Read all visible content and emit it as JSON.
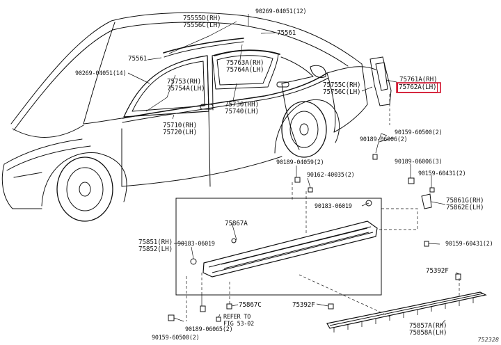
{
  "diagram": {
    "image_id": "752328",
    "labels": [
      {
        "key": "roof_clip",
        "text": "90269-04051(12)"
      },
      {
        "key": "roof_molding",
        "text": "75555D(RH)\n75556C(LH)"
      },
      {
        "key": "clip_75561_top",
        "text": "75561"
      },
      {
        "key": "clip_75561_left",
        "text": "75561"
      },
      {
        "key": "windshield_clip",
        "text": "90269-04051(14)"
      },
      {
        "key": "drip_rear",
        "text": "75763A(RH)\n75764A(LH)"
      },
      {
        "key": "drip_front",
        "text": "75753(RH)\n75754A(LH)"
      },
      {
        "key": "quarter",
        "text": "75755C(RH)\n75756C(LH)"
      },
      {
        "key": "rear_door",
        "text": "75730(RH)\n75740(LH)"
      },
      {
        "key": "front_door",
        "text": "75710(RH)\n75720(LH)"
      },
      {
        "key": "mudguard_rh",
        "text": "75761A(RH)"
      },
      {
        "key": "mudguard_lh",
        "text": "75762A(LH)"
      },
      {
        "key": "c_clip",
        "text": "90159-60500(2)"
      },
      {
        "key": "c_clip2",
        "text": "90189-06006(2)"
      },
      {
        "key": "e_clip",
        "text": "90189-06006(3)"
      },
      {
        "key": "f_clip",
        "text": "90159-60431(2)"
      },
      {
        "key": "bracket",
        "text": "75861G(RH)\n75862E(LH)"
      },
      {
        "key": "g_clip",
        "text": "90159-60431(2)"
      },
      {
        "key": "h_clip",
        "text": "90189-04059(2)"
      },
      {
        "key": "i_clip",
        "text": "90162-40035(2)"
      },
      {
        "key": "j_clip",
        "text": "90183-06019"
      },
      {
        "key": "rocker_inner",
        "text": "75867A"
      },
      {
        "key": "rocker",
        "text": "75851(RH)\n75852(LH)"
      },
      {
        "key": "k_clip",
        "text": "90183-06019"
      },
      {
        "key": "l_clip",
        "text": "75867C"
      },
      {
        "key": "m_clip",
        "text": "75392F"
      },
      {
        "key": "n_clip",
        "text": "75392F"
      },
      {
        "key": "refer",
        "text": "REFER TO\nFIG 53-02"
      },
      {
        "key": "o_clip",
        "text": "90189-06065(2)"
      },
      {
        "key": "p_clip",
        "text": "90159-60500(2)"
      },
      {
        "key": "rocker_outer",
        "text": "75857A(RH)\n75858A(LH)"
      }
    ]
  }
}
